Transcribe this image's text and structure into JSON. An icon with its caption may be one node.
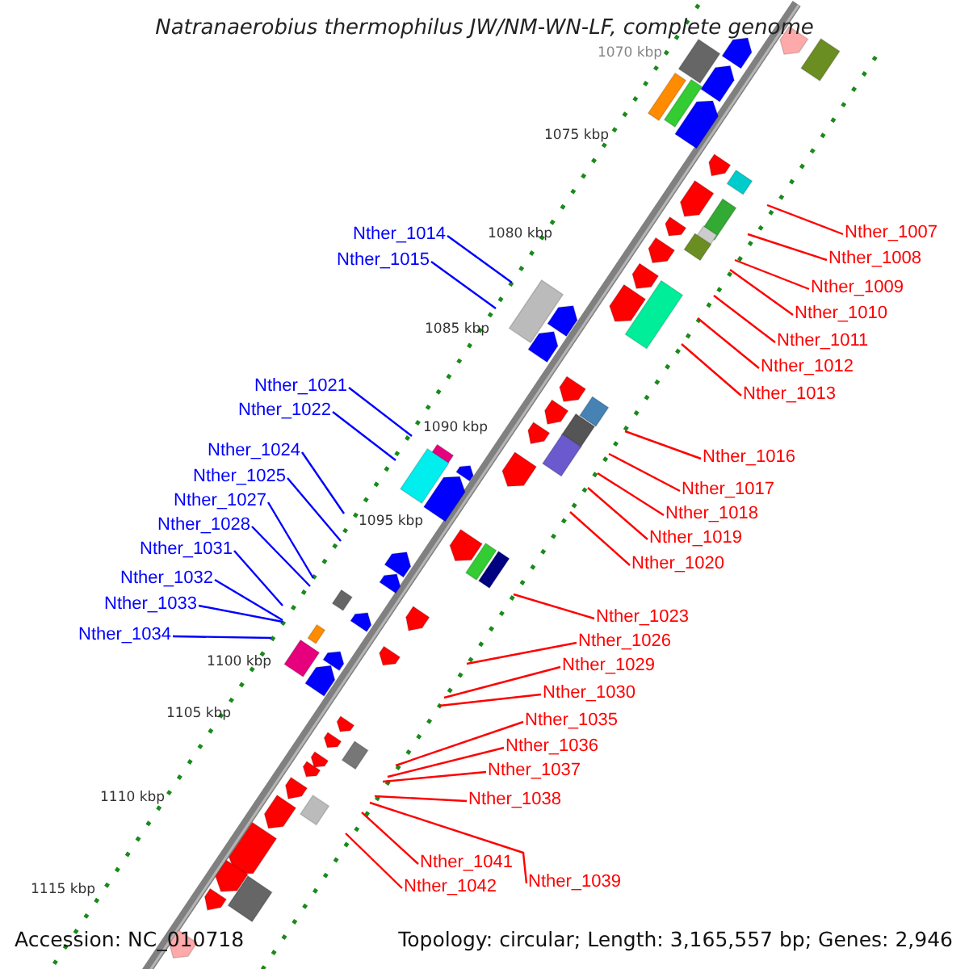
{
  "diagram": {
    "title": "Natranaerobius thermophilus JW/NM-WN-LF, complete genome",
    "nodes": [
      {
        "text": [
          "Nther_1007"
        ]
      },
      {
        "text": [
          "Nther_1014"
        ]
      },
      {
        "text": [
          "Nther_1008"
        ]
      },
      {
        "text": [
          "Nther_1015"
        ]
      },
      {
        "text": [
          "Nther_1009"
        ]
      },
      {
        "text": [
          "Nther_1010"
        ]
      },
      {
        "text": [
          "Nther_1011"
        ]
      },
      {
        "text": [
          "Nther_1012"
        ]
      },
      {
        "text": [
          "Nther_1021"
        ]
      },
      {
        "text": [
          "Nther_1013"
        ]
      },
      {
        "text": [
          "Nther_1022"
        ]
      },
      {
        "text": [
          "Nther_1024"
        ]
      },
      {
        "text": [
          "Nther_1016"
        ]
      },
      {
        "text": [
          "Nther_1025"
        ]
      },
      {
        "text": [
          "Nther_1017"
        ]
      },
      {
        "text": [
          "Nther_1027"
        ]
      },
      {
        "text": [
          "Nther_1018"
        ]
      },
      {
        "text": [
          "Nther_1028"
        ]
      },
      {
        "text": [
          "Nther_1019"
        ]
      },
      {
        "text": [
          "Nther_1031"
        ]
      },
      {
        "text": [
          "Nther_1020"
        ]
      },
      {
        "text": [
          "Nther_1032"
        ]
      },
      {
        "text": [
          "Nther_1033"
        ]
      },
      {
        "text": [
          "Nther_1023"
        ]
      },
      {
        "text": [
          "Nther_1034"
        ]
      },
      {
        "text": [
          "Nther_1026"
        ]
      },
      {
        "text": [
          "Nther_1029"
        ]
      },
      {
        "text": [
          "Nther_1030"
        ]
      },
      {
        "text": [
          "Nther_1035"
        ]
      },
      {
        "text": [
          "Nther_1036"
        ]
      },
      {
        "text": [
          "Nther_1037"
        ]
      },
      {
        "text": [
          "Nther_1038"
        ]
      },
      {
        "text": [
          "Nther_1041"
        ]
      },
      {
        "text": [
          "Nther_1039"
        ]
      },
      {
        "text": [
          "Nther_1042"
        ]
      }
    ],
    "edges": [
      {
        "from": 0,
        "to": null,
        "arrow": "none"
      },
      {
        "from": 1,
        "to": null,
        "arrow": "none",
        "color": "#0000ff"
      },
      {
        "from": 2,
        "to": null,
        "arrow": "none"
      },
      {
        "from": 3,
        "to": null,
        "arrow": "none",
        "color": "#0000ff"
      },
      {
        "from": 4,
        "to": null,
        "arrow": "none"
      },
      {
        "from": 5,
        "to": null,
        "arrow": "none"
      },
      {
        "from": 6,
        "to": null,
        "arrow": "none"
      },
      {
        "from": 7,
        "to": null,
        "arrow": "none"
      },
      {
        "from": 8,
        "to": null,
        "arrow": "none",
        "color": "#0000ff"
      },
      {
        "from": 9,
        "to": null,
        "arrow": "none"
      },
      {
        "from": 10,
        "to": null,
        "arrow": "none",
        "color": "#0000ff"
      },
      {
        "from": 11,
        "to": null,
        "arrow": "none",
        "color": "#0000ff"
      },
      {
        "from": 12,
        "to": null,
        "arrow": "none"
      },
      {
        "from": 13,
        "to": null,
        "arrow": "none",
        "color": "#0000ff"
      },
      {
        "from": 14,
        "to": null,
        "arrow": "none"
      },
      {
        "from": 15,
        "to": null,
        "arrow": "none",
        "color": "#0000ff"
      },
      {
        "from": 16,
        "to": null,
        "arrow": "none"
      },
      {
        "from": 17,
        "to": null,
        "arrow": "none",
        "color": "#0000ff"
      },
      {
        "from": 18,
        "to": null,
        "arrow": "none"
      },
      {
        "from": 19,
        "to": null,
        "arrow": "none",
        "color": "#0000ff"
      },
      {
        "from": 20,
        "to": null,
        "arrow": "none"
      },
      {
        "from": 21,
        "to": null,
        "arrow": "none",
        "color": "#0000ff"
      },
      {
        "from": 22,
        "to": null,
        "arrow": "none",
        "color": "#0000ff"
      },
      {
        "from": 23,
        "to": null,
        "arrow": "none"
      },
      {
        "from": 24,
        "to": null,
        "arrow": "none",
        "color": "#0000ff"
      },
      {
        "from": 25,
        "to": null,
        "arrow": "none"
      },
      {
        "from": 26,
        "to": null,
        "arrow": "none"
      },
      {
        "from": 27,
        "to": null,
        "arrow": "none"
      },
      {
        "from": 28,
        "to": null,
        "arrow": "none"
      },
      {
        "from": 29,
        "to": null,
        "arrow": "none"
      },
      {
        "from": 30,
        "to": null,
        "arrow": "none"
      },
      {
        "from": 31,
        "to": null,
        "arrow": "none"
      },
      {
        "from": 32,
        "to": null,
        "arrow": "none"
      },
      {
        "from": 33,
        "to": null,
        "arrow": "none"
      },
      {
        "from": 34,
        "to": null,
        "arrow": "none"
      }
    ],
    "labels": [
      "1070 kbp",
      "1075 kbp",
      "1080 kbp",
      "1085 kbp",
      "1090 kbp",
      "1095 kbp",
      "1100 kbp",
      "1105 kbp",
      "1110 kbp",
      "1115 kbp",
      "Accession: NC_010718",
      "Topology: circular; Length: 3,165,557 bp; Genes: 2,946"
    ]
  }
}
